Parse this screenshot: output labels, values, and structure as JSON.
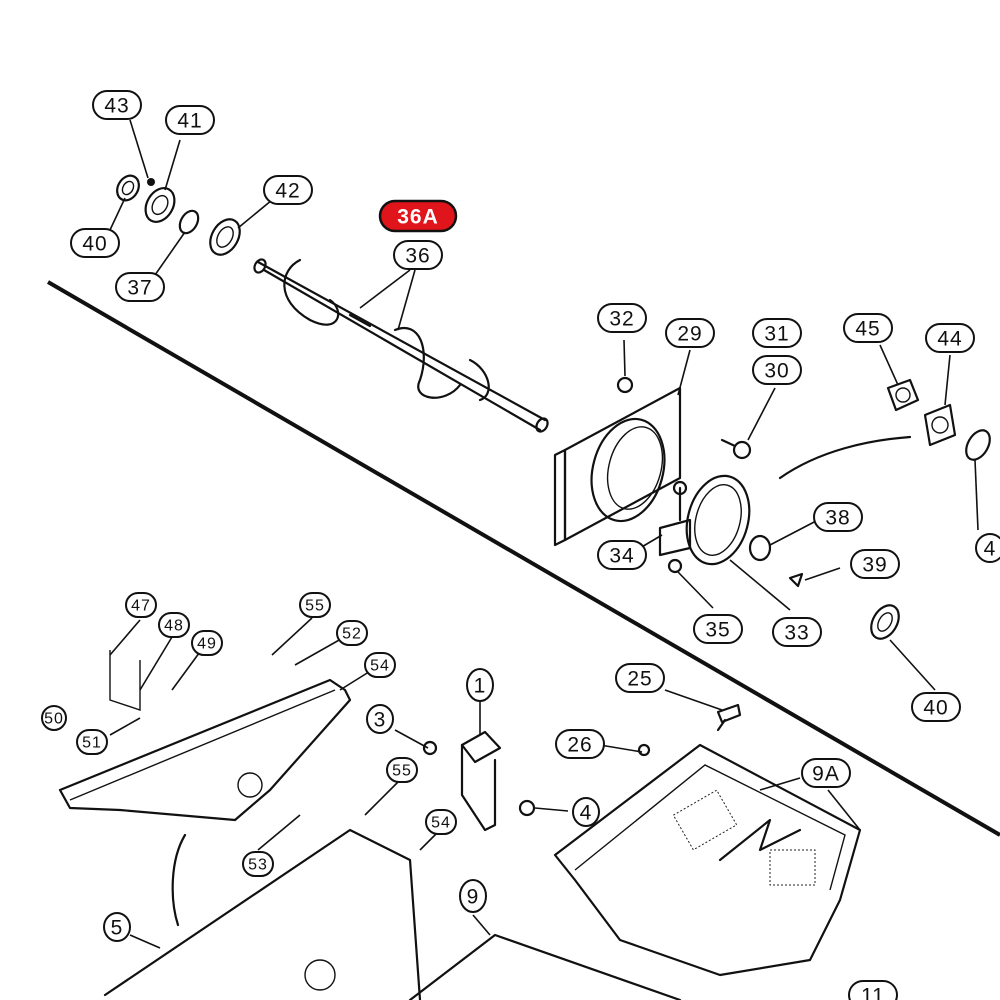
{
  "diagram": {
    "highlight_color": "#e0141b",
    "callouts": [
      {
        "id": "c43",
        "label": "43"
      },
      {
        "id": "c41",
        "label": "41"
      },
      {
        "id": "c42",
        "label": "42"
      },
      {
        "id": "c40a",
        "label": "40"
      },
      {
        "id": "c37",
        "label": "37"
      },
      {
        "id": "c36a",
        "label": "36A",
        "highlighted": true
      },
      {
        "id": "c36",
        "label": "36"
      },
      {
        "id": "c32",
        "label": "32"
      },
      {
        "id": "c29",
        "label": "29"
      },
      {
        "id": "c31",
        "label": "31"
      },
      {
        "id": "c30",
        "label": "30"
      },
      {
        "id": "c45",
        "label": "45"
      },
      {
        "id": "c44",
        "label": "44"
      },
      {
        "id": "c38",
        "label": "38"
      },
      {
        "id": "c39",
        "label": "39"
      },
      {
        "id": "c34",
        "label": "34"
      },
      {
        "id": "c35",
        "label": "35"
      },
      {
        "id": "c33",
        "label": "33"
      },
      {
        "id": "c40b",
        "label": "40"
      },
      {
        "id": "c4partial",
        "label": "4"
      },
      {
        "id": "c47",
        "label": "47"
      },
      {
        "id": "c48",
        "label": "48"
      },
      {
        "id": "c49",
        "label": "49"
      },
      {
        "id": "c55a",
        "label": "55"
      },
      {
        "id": "c52",
        "label": "52"
      },
      {
        "id": "c54a",
        "label": "54"
      },
      {
        "id": "c50partial",
        "label": "50"
      },
      {
        "id": "c51",
        "label": "51"
      },
      {
        "id": "c1",
        "label": "1"
      },
      {
        "id": "c3",
        "label": "3"
      },
      {
        "id": "c25",
        "label": "25"
      },
      {
        "id": "c26",
        "label": "26"
      },
      {
        "id": "c4",
        "label": "4"
      },
      {
        "id": "c9a",
        "label": "9A"
      },
      {
        "id": "c55b",
        "label": "55"
      },
      {
        "id": "c54b",
        "label": "54"
      },
      {
        "id": "c53",
        "label": "53"
      },
      {
        "id": "c5",
        "label": "5"
      },
      {
        "id": "c9",
        "label": "9"
      },
      {
        "id": "c11",
        "label": "11"
      }
    ]
  }
}
